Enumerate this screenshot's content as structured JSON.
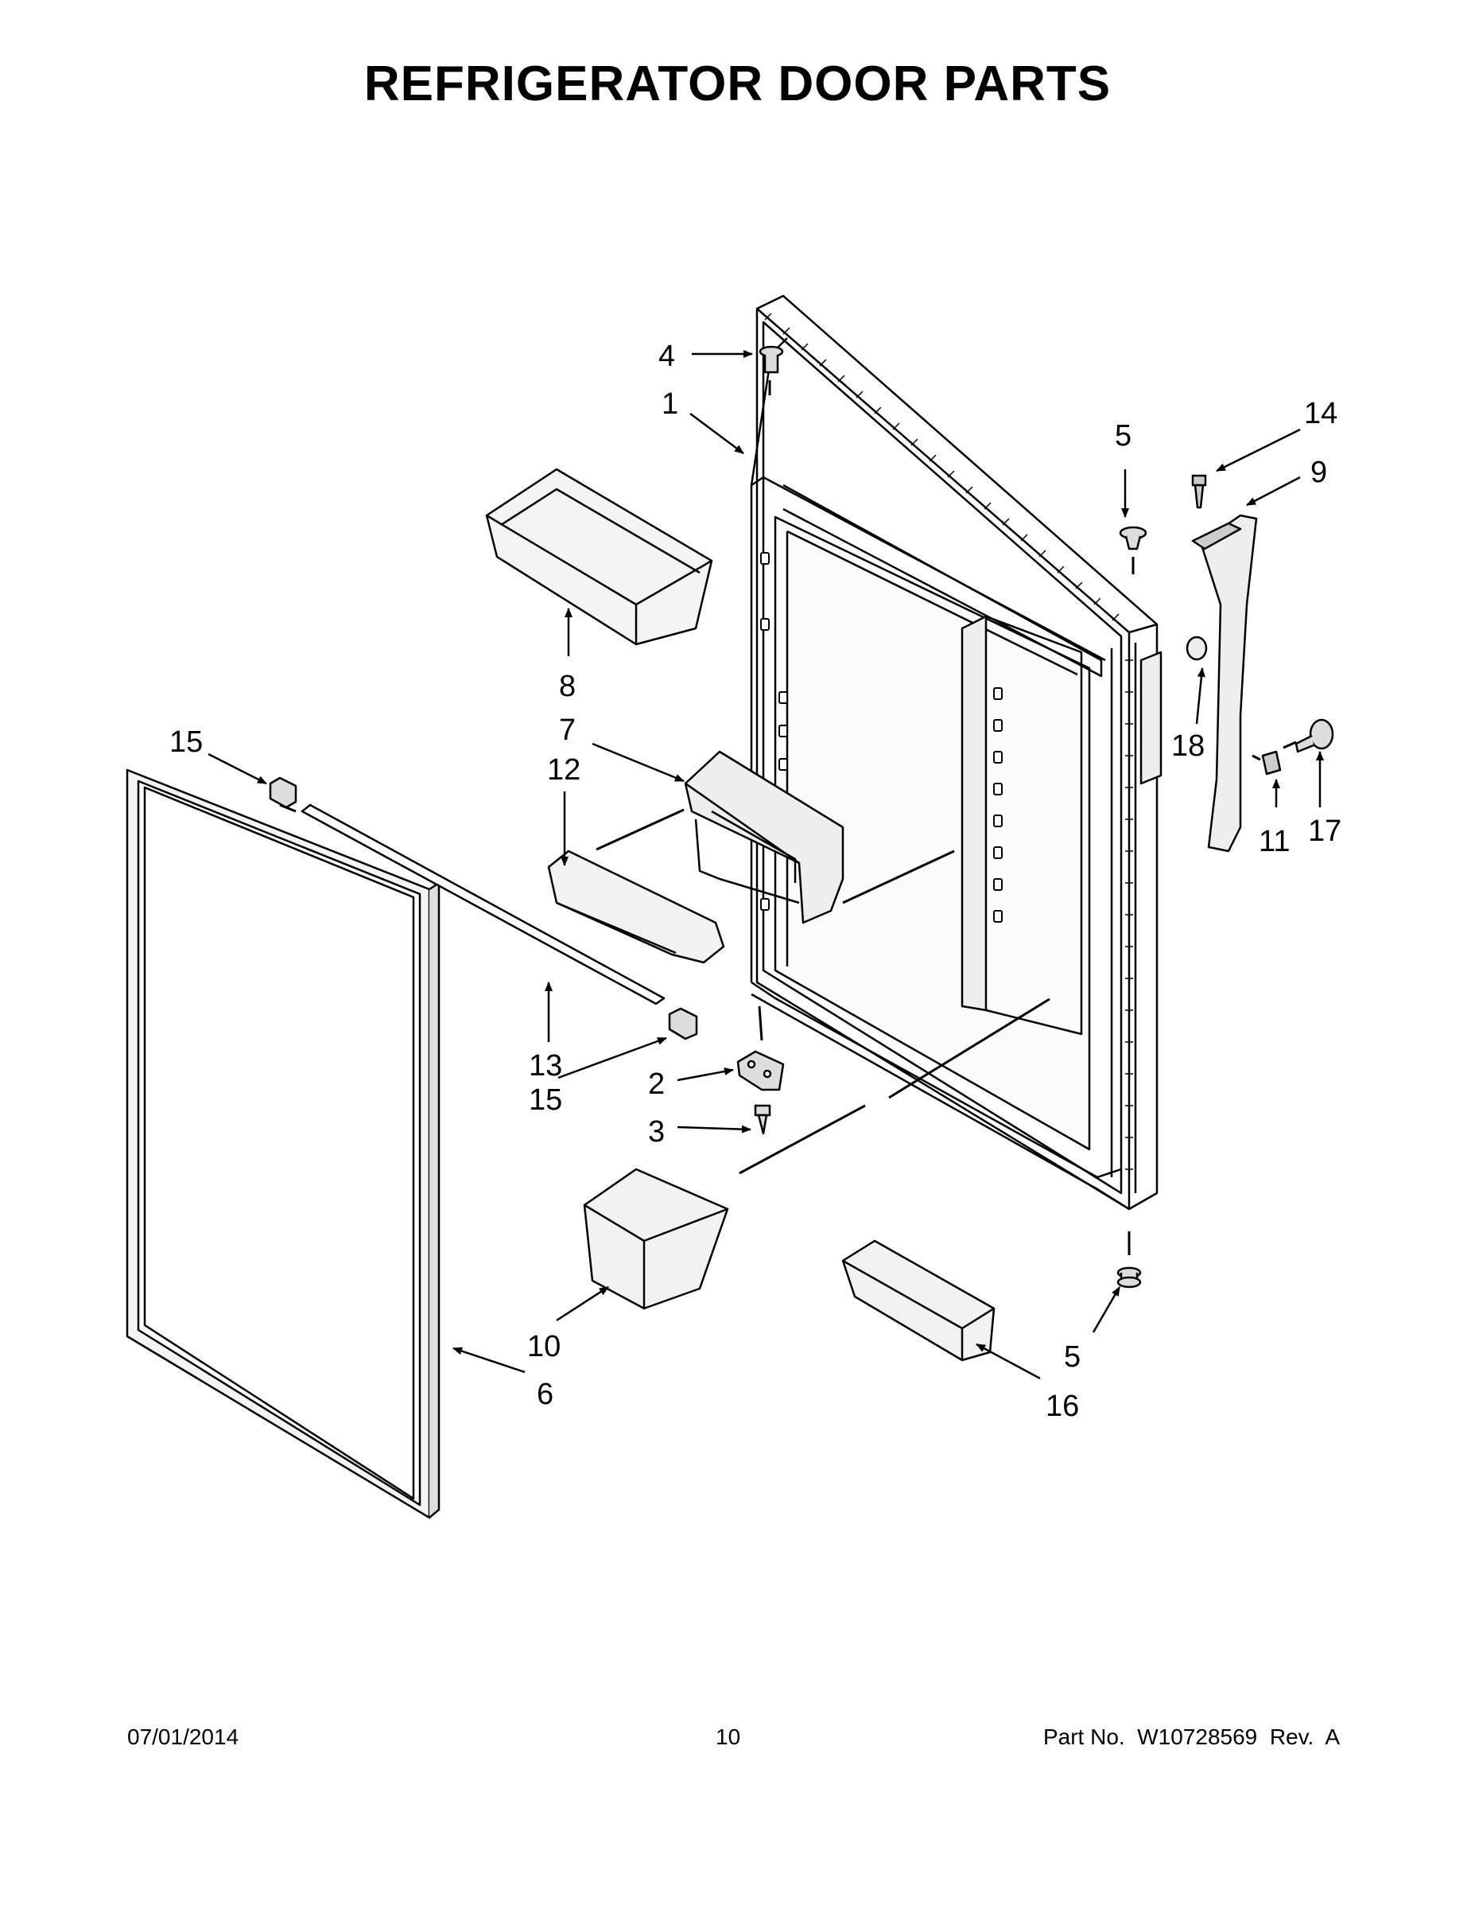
{
  "title": "REFRIGERATOR DOOR PARTS",
  "callouts": {
    "c1": "1",
    "c2": "2",
    "c3": "3",
    "c4": "4",
    "c5a": "5",
    "c5b": "5",
    "c6": "6",
    "c7": "7",
    "c8": "8",
    "c9": "9",
    "c10": "10",
    "c11": "11",
    "c12": "12",
    "c13": "13",
    "c14": "14",
    "c15a": "15",
    "c15b": "15",
    "c16": "16",
    "c17": "17",
    "c18": "18"
  },
  "footer": {
    "date": "07/01/2014",
    "page": "10",
    "part_label": "Part No.",
    "part_number": "W10728569",
    "rev": "Rev.  A"
  }
}
